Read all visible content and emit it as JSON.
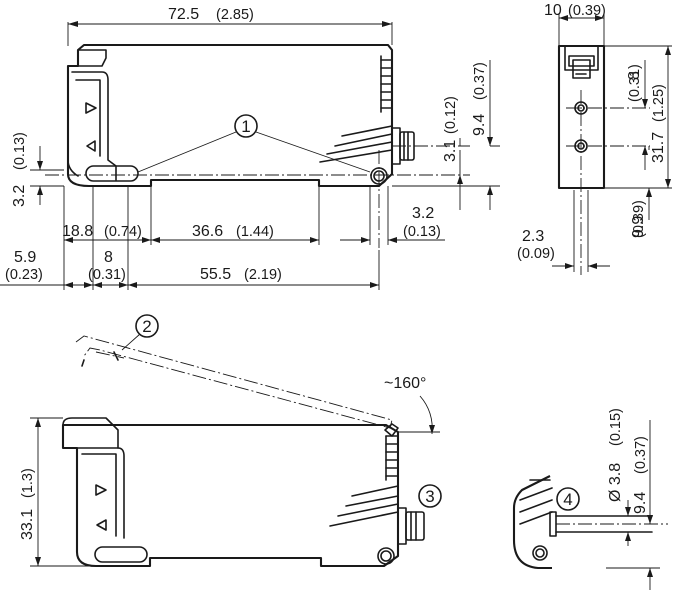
{
  "dimensions": {
    "width_total": "72.5",
    "width_total_in": "(2.85)",
    "depth": "10",
    "depth_in": "(0.39)",
    "hole_pitch_v": "8",
    "hole_pitch_v_in": "(0.31)",
    "height_mount": "31.7",
    "height_mount_in": "(1.25)",
    "connector_offset": "9.4",
    "connector_offset_in": "(0.37)",
    "connector_axis": "3.1",
    "connector_axis_in": "(0.12)",
    "left_slot_height": "3.2",
    "left_slot_height_in": "(0.13)",
    "slot_length": "18.8",
    "slot_length_in": "(0.74)",
    "rail_span": "36.6",
    "rail_span_in": "(1.44)",
    "hole_dia": "3.2",
    "hole_dia_in": "(0.13)",
    "edge_offset": "5.9",
    "edge_offset_in": "(0.23)",
    "slot_width": "8",
    "slot_width_in": "(0.31)",
    "hole_distance": "55.5",
    "hole_distance_in": "(2.19)",
    "side_offset": "2.3",
    "side_offset_in": "(0.09)",
    "base_offset": "9.9",
    "base_offset_in": "(0.39)",
    "total_height": "33.1",
    "total_height_in": "(1.3)",
    "cable_dia": "Ø 3.8",
    "cable_dia_in": "(0.15)",
    "cable_offset": "9.4",
    "cable_offset_in": "(0.37)",
    "lid_angle": "~160°"
  },
  "callouts": {
    "c1": "1",
    "c2": "2",
    "c3": "3",
    "c4": "4"
  }
}
